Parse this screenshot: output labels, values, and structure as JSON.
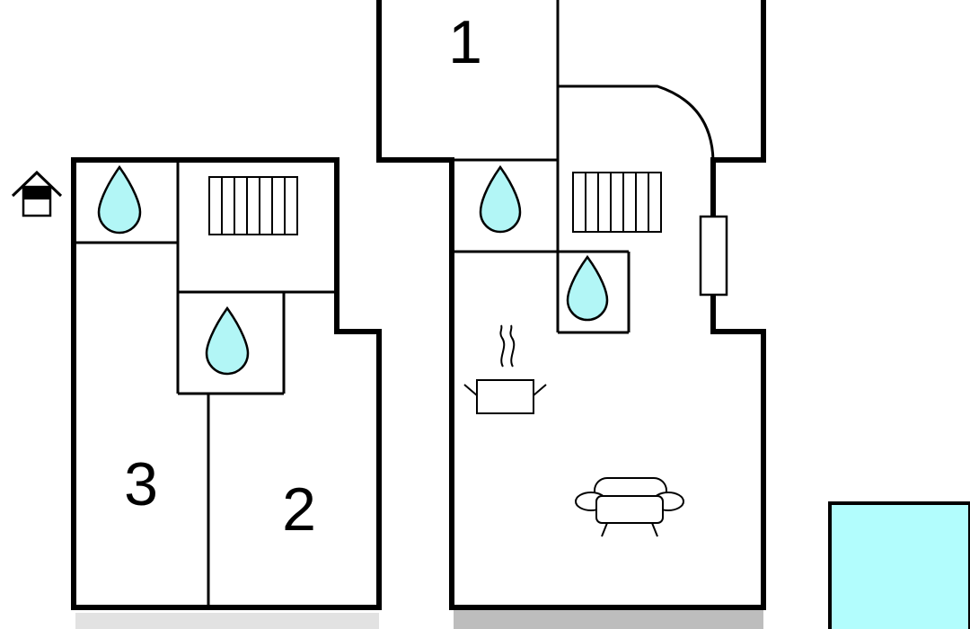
{
  "floorplan": {
    "room_numbers": {
      "room_1": "1",
      "room_2": "2",
      "room_3": "3"
    },
    "colors": {
      "wall": "#000000",
      "water": "#b2f6f6",
      "pool": "#b2fdfd",
      "ground_shadow": "#c8c8c8",
      "background": "#ffffff"
    },
    "icons": [
      "entrance-icon",
      "water-drop-icon",
      "radiator-icon",
      "kitchen-pot-icon",
      "sofa-icon",
      "fireplace-icon",
      "pool-icon"
    ]
  }
}
